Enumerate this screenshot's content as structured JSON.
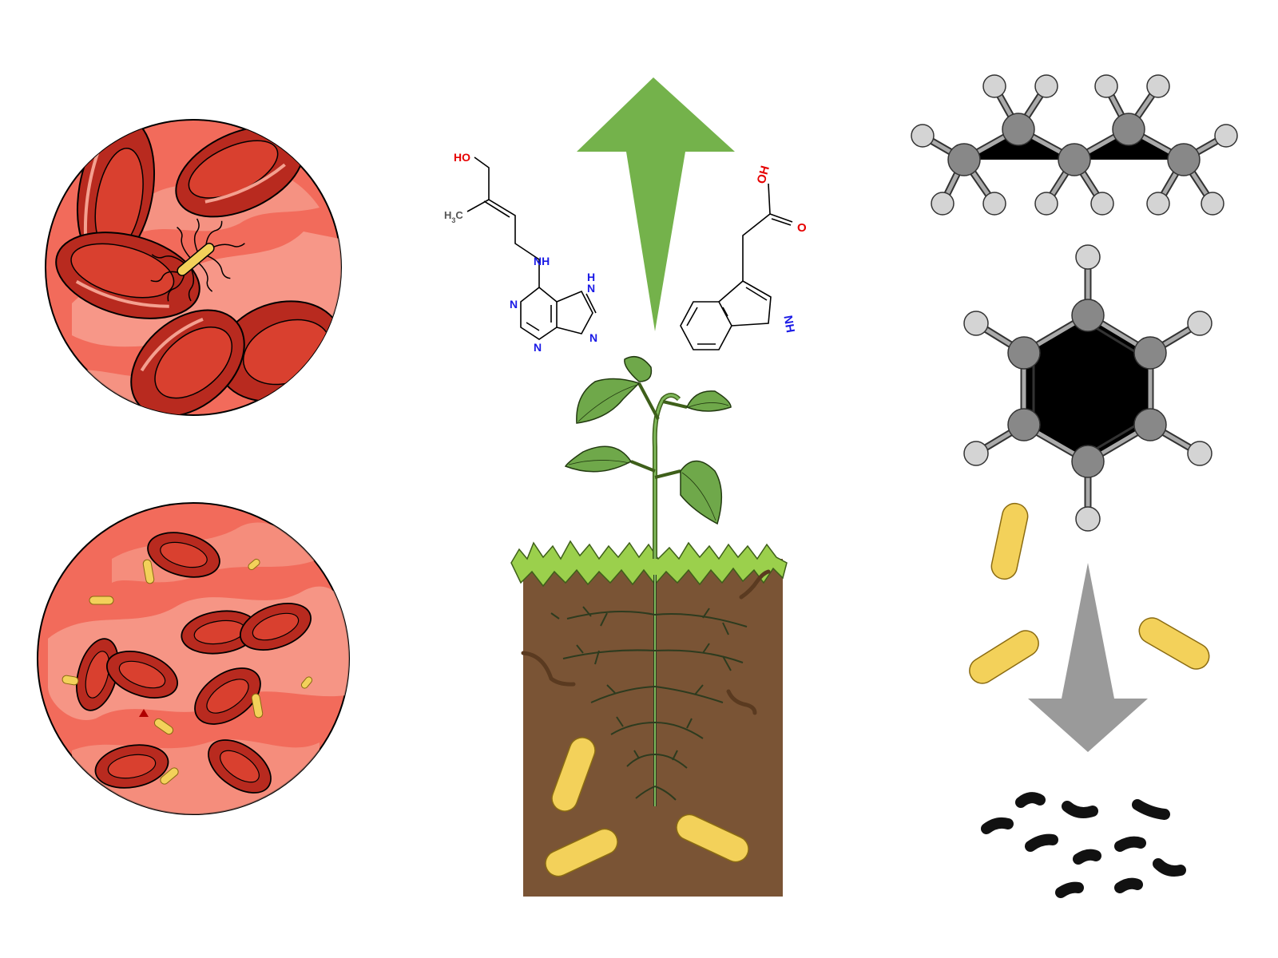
{
  "colors": {
    "background": "#ffffff",
    "blood_plasma": "#f26b5b",
    "blood_plasma_light": "#f7a393",
    "rbc_fill": "#d9402f",
    "rbc_dark": "#b82a1f",
    "rbc_highlight": "#f4a090",
    "bacterium_fill": "#f3d15a",
    "bacterium_shade": "#e0b535",
    "arrow_green": "#74b24b",
    "arrow_gray": "#9a9a9a",
    "soil": "#7a5435",
    "grass": "#9bd04c",
    "stem": "#7fb85a",
    "leaf": "#6fa84a",
    "root": "#2d3b1f",
    "carbon_atom": "#888888",
    "hydrogen_atom": "#d4d4d4",
    "heteroatom_N": "#1a1ae6",
    "heteroatom_O": "#e60000",
    "carbon_text": "#555555",
    "degraded_fragment": "#111111"
  },
  "panels": {
    "infected_cell": {
      "icon": "rbc-with-attached-bacterium-icon"
    },
    "bacteremia": {
      "icon": "blood-with-free-bacteria-icon"
    },
    "plant": {
      "icon": "plant-in-soil-icon",
      "arrow": "upward-green-arrow-icon"
    },
    "degradation": {
      "icon": "hydrocarbon-degradation-icon",
      "arrow": "downward-gray-arrow-icon"
    }
  },
  "molecules": {
    "zeatin": {
      "label_HO": "HO",
      "label_H3C": "H",
      "label_H3C_sub": "3",
      "label_H3C_tail": "C",
      "label_NH": "NH",
      "label_N": "N",
      "label_H": "H"
    },
    "iaa": {
      "label_OH": "OH",
      "label_O": "O",
      "label_NH": "NH"
    }
  }
}
